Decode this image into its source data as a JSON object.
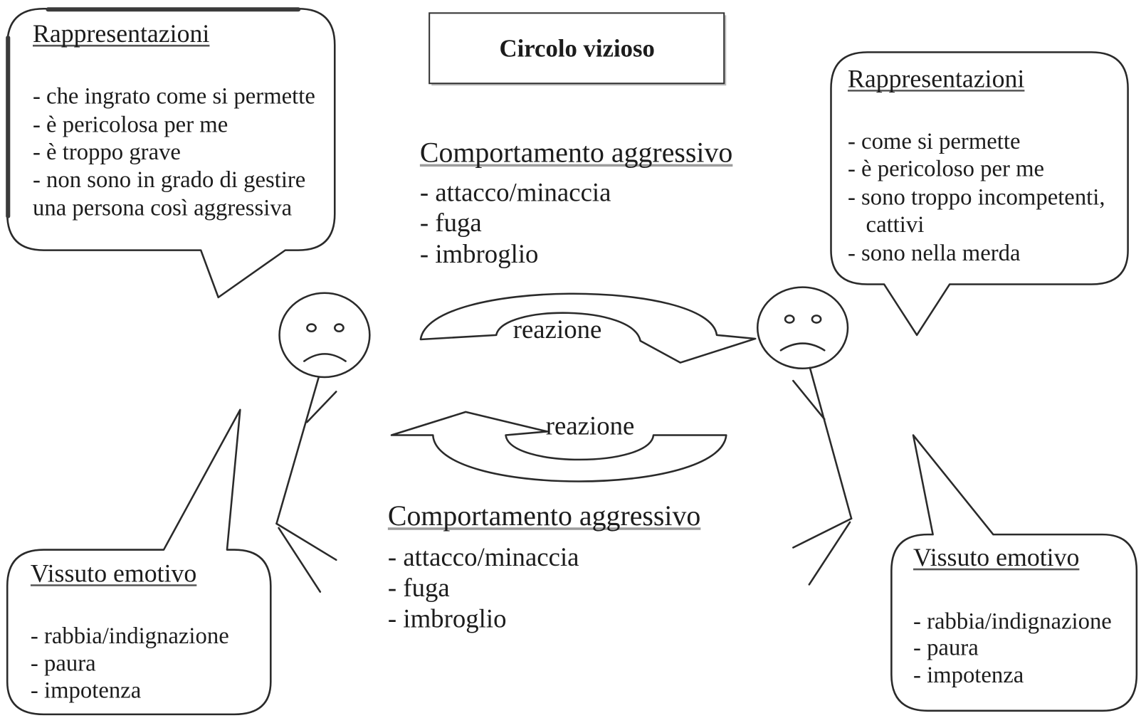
{
  "title": "Circolo vizioso",
  "icons": {
    "left_figure": "sad-stick-figure-icon",
    "right_figure": "sad-stick-figure-icon"
  },
  "left_person": {
    "rappresentazioni": {
      "heading": "Rappresentazioni",
      "lines": [
        "- che ingrato come si permette",
        "- è pericolosa per me",
        "- è troppo grave",
        "- non sono in grado di gestire",
        "una persona così aggressiva"
      ]
    },
    "vissuto": {
      "heading": "Vissuto emotivo",
      "lines": [
        "- rabbia/indignazione",
        "- paura",
        "- impotenza"
      ]
    }
  },
  "right_person": {
    "rappresentazioni": {
      "heading": "Rappresentazioni",
      "lines": [
        "- come si permette",
        "- è pericoloso per me",
        "- sono troppo incompetenti,",
        "cattivi",
        "- sono nella merda"
      ]
    },
    "vissuto": {
      "heading": "Vissuto emotivo",
      "lines": [
        "- rabbia/indignazione",
        "- paura",
        "- impotenza"
      ]
    }
  },
  "behavior_top": {
    "heading": "Comportamento aggressivo",
    "lines": [
      "- attacco/minaccia",
      "- fuga",
      "- imbroglio"
    ]
  },
  "behavior_bottom": {
    "heading": "Comportamento aggressivo",
    "lines": [
      "- attacco/minaccia",
      "- fuga",
      "- imbroglio"
    ]
  },
  "arrow_top": {
    "label": "reazione"
  },
  "arrow_bottom": {
    "label": "reazione"
  }
}
